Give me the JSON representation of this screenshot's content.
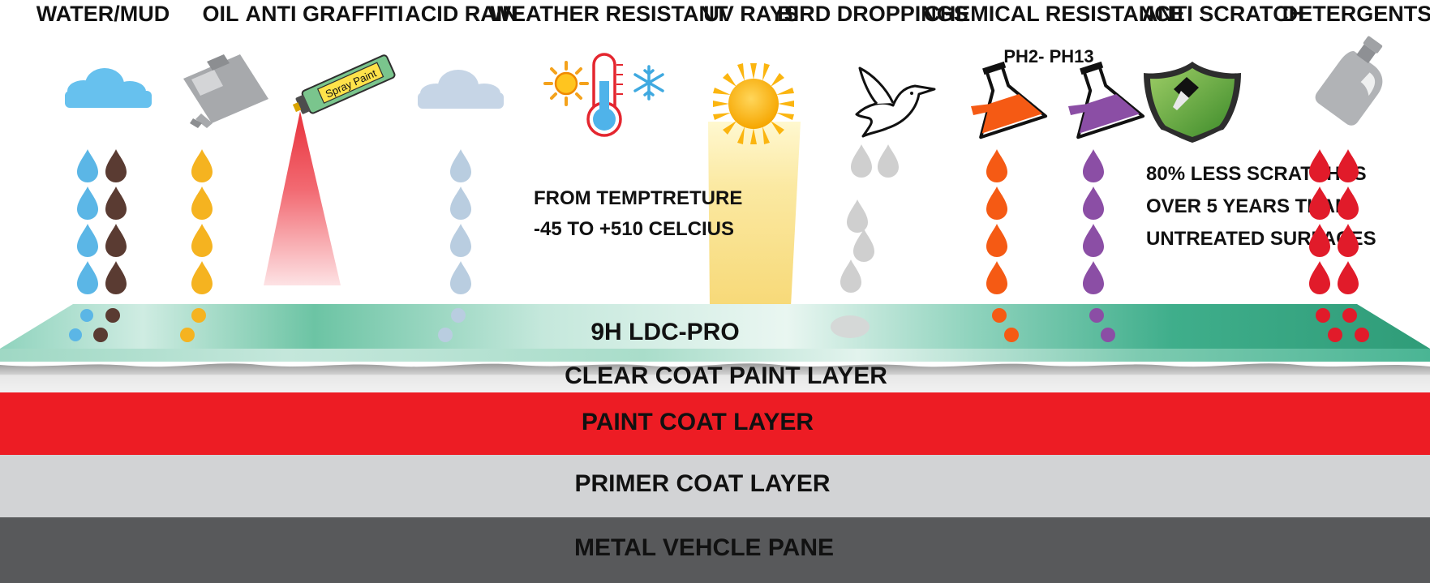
{
  "categories": [
    {
      "id": "water-mud",
      "label": "WATER/MUD"
    },
    {
      "id": "oil",
      "label": "OIL"
    },
    {
      "id": "anti-graffiti",
      "label": "ANTI GRAFFITI"
    },
    {
      "id": "acid-rain",
      "label": "ACID RAIN"
    },
    {
      "id": "weather-resistant",
      "label": "WEATHER RESISTANT"
    },
    {
      "id": "uv-rays",
      "label": "UV RAYS"
    },
    {
      "id": "bird-droppings",
      "label": "BIRD DROPPINGS"
    },
    {
      "id": "chemical-resistance",
      "label": "CHEMICAL RESISTANCE"
    },
    {
      "id": "anti-scratch",
      "label": "ANTI SCRATCH"
    },
    {
      "id": "detergents",
      "label": "DETERGENTS"
    }
  ],
  "spray_can_label": "Spray Paint",
  "chemical_range": "PH2- PH13",
  "weather_note": [
    "FROM TEMPTRETURE",
    "-45  TO +510 CELCIUS"
  ],
  "scratch_note": [
    "80% LESS SCRATCHES",
    "OVER 5 YEARS THAN",
    "UNTREATED SURFACES"
  ],
  "layers": {
    "coating": "9H LDC-PRO",
    "clear_coat": "CLEAR COAT PAINT LAYER",
    "paint_coat": "PAINT COAT LAYER",
    "primer_coat": "PRIMER COAT LAYER",
    "metal": "METAL VEHCLE PANE"
  },
  "colors": {
    "water_drop": "#5bb6e6",
    "mud_drop": "#5a3b32",
    "oil_drop": "#f5b320",
    "acid_drop": "#b9cde0",
    "bird_drop": "#cfcfcf",
    "acid_chem": "#f55a14",
    "alkaline_chem": "#8b4ea5",
    "detergent_drop": "#e11b2a",
    "coating_green": "#3ea98a",
    "paint_red": "#ed1c24",
    "primer_grey": "#d2d3d5",
    "metal_dark": "#58595b"
  }
}
